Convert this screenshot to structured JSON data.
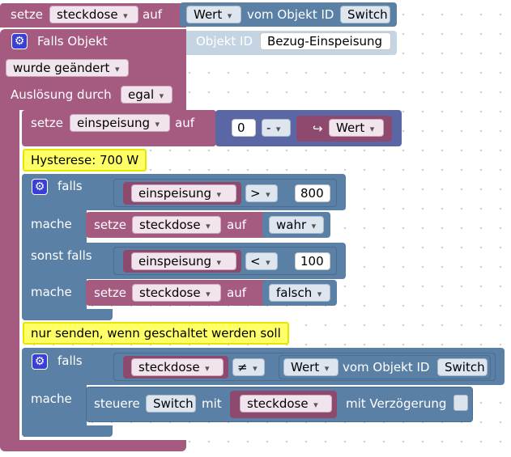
{
  "trigger": {
    "set_label": "setze",
    "set_var": "steckdose",
    "on_label": "auf",
    "value_field": "Wert",
    "from_object_label": "vom Objekt ID",
    "object_id": "Switch",
    "if_object_label": "Falls Objekt",
    "object_id_label": "Objekt ID",
    "object_id_value": "Bezug-Einspeisung",
    "changed_option": "wurde geändert",
    "triggered_by_label": "Auslösung durch",
    "triggered_by_value": "egal"
  },
  "assign": {
    "set_label": "setze",
    "var": "einspeisung",
    "on_label": "auf",
    "number": "0",
    "operator": "-",
    "arrow": "↪",
    "value_field": "Wert"
  },
  "comment1": "Hysterese: 700 W",
  "if1": {
    "if_label": "falls",
    "cond1_var": "einspeisung",
    "cond1_op": ">",
    "cond1_num": "800",
    "do_label": "mache",
    "set1_label": "setze",
    "set1_var": "steckdose",
    "set1_on": "auf",
    "set1_value": "wahr",
    "elseif_label": "sonst falls",
    "cond2_var": "einspeisung",
    "cond2_op": "<",
    "cond2_num": "100",
    "do2_label": "mache",
    "set2_label": "setze",
    "set2_var": "steckdose",
    "set2_on": "auf",
    "set2_value": "falsch"
  },
  "comment2": "nur senden, wenn geschaltet werden soll",
  "if2": {
    "if_label": "falls",
    "cond_var": "steckdose",
    "cond_op": "≠",
    "value_field": "Wert",
    "from_object_label": "vom Objekt ID",
    "object_id": "Switch",
    "do_label": "mache",
    "control_label": "steuere",
    "control_id": "Switch",
    "with_label": "mit",
    "with_var": "steckdose",
    "delay_label": "mit Verzögerung"
  }
}
